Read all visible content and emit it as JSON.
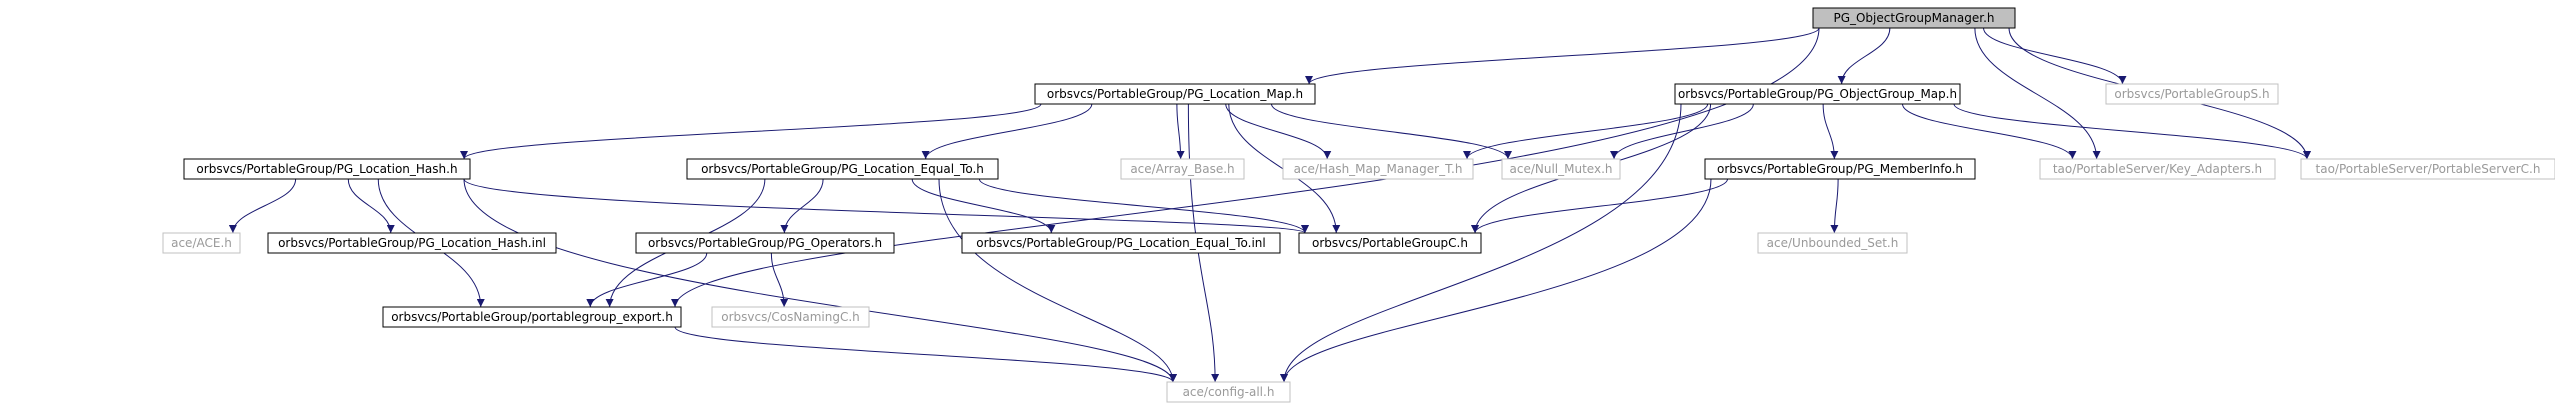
{
  "colors": {
    "edge": "#191970",
    "root_fill": "#bfbfbf",
    "boxed_stroke": "#000000",
    "plain_stroke": "#c0c0c0",
    "text": "#000000",
    "plain_text": "#9a9a9a"
  },
  "nodes": [
    {
      "id": "root",
      "label": "PG_ObjectGroupManager.h",
      "style": "root"
    },
    {
      "id": "locmap",
      "label": "orbsvcs/PortableGroup/PG_Location_Map.h",
      "style": "boxed"
    },
    {
      "id": "ogmap",
      "label": "orbsvcs/PortableGroup/PG_ObjectGroup_Map.h",
      "style": "boxed"
    },
    {
      "id": "pgs",
      "label": "orbsvcs/PortableGroupS.h",
      "style": "plain"
    },
    {
      "id": "lochash",
      "label": "orbsvcs/PortableGroup/PG_Location_Hash.h",
      "style": "boxed"
    },
    {
      "id": "loceq",
      "label": "orbsvcs/PortableGroup/PG_Location_Equal_To.h",
      "style": "boxed"
    },
    {
      "id": "arrbase",
      "label": "ace/Array_Base.h",
      "style": "plain"
    },
    {
      "id": "hashmap",
      "label": "ace/Hash_Map_Manager_T.h",
      "style": "plain"
    },
    {
      "id": "nullmtx",
      "label": "ace/Null_Mutex.h",
      "style": "plain"
    },
    {
      "id": "meminfo",
      "label": "orbsvcs/PortableGroup/PG_MemberInfo.h",
      "style": "boxed"
    },
    {
      "id": "keyadap",
      "label": "tao/PortableServer/Key_Adapters.h",
      "style": "plain"
    },
    {
      "id": "psc",
      "label": "tao/PortableServer/PortableServerC.h",
      "style": "plain"
    },
    {
      "id": "acefile",
      "label": "ace/ACE.h",
      "style": "plain"
    },
    {
      "id": "lochinl",
      "label": "orbsvcs/PortableGroup/PG_Location_Hash.inl",
      "style": "boxed"
    },
    {
      "id": "ops",
      "label": "orbsvcs/PortableGroup/PG_Operators.h",
      "style": "boxed"
    },
    {
      "id": "loceqinl",
      "label": "orbsvcs/PortableGroup/PG_Location_Equal_To.inl",
      "style": "boxed"
    },
    {
      "id": "pgc",
      "label": "orbsvcs/PortableGroupC.h",
      "style": "boxed"
    },
    {
      "id": "unbset",
      "label": "ace/Unbounded_Set.h",
      "style": "plain"
    },
    {
      "id": "export",
      "label": "orbsvcs/PortableGroup/portablegroup_export.h",
      "style": "boxed"
    },
    {
      "id": "cosnam",
      "label": "orbsvcs/CosNamingC.h",
      "style": "plain"
    },
    {
      "id": "config",
      "label": "ace/config-all.h",
      "style": "plain"
    }
  ],
  "edges": [
    [
      "root",
      "locmap"
    ],
    [
      "root",
      "ogmap"
    ],
    [
      "root",
      "pgs"
    ],
    [
      "root",
      "keyadap"
    ],
    [
      "root",
      "psc"
    ],
    [
      "root",
      "export"
    ],
    [
      "locmap",
      "lochash"
    ],
    [
      "locmap",
      "loceq"
    ],
    [
      "locmap",
      "arrbase"
    ],
    [
      "locmap",
      "hashmap"
    ],
    [
      "locmap",
      "nullmtx"
    ],
    [
      "locmap",
      "pgc"
    ],
    [
      "locmap",
      "config"
    ],
    [
      "ogmap",
      "hashmap"
    ],
    [
      "ogmap",
      "nullmtx"
    ],
    [
      "ogmap",
      "meminfo"
    ],
    [
      "ogmap",
      "keyadap"
    ],
    [
      "ogmap",
      "psc"
    ],
    [
      "ogmap",
      "pgc"
    ],
    [
      "ogmap",
      "config"
    ],
    [
      "lochash",
      "acefile"
    ],
    [
      "lochash",
      "lochinl"
    ],
    [
      "lochash",
      "pgc"
    ],
    [
      "lochash",
      "export"
    ],
    [
      "lochash",
      "config"
    ],
    [
      "loceq",
      "ops"
    ],
    [
      "loceq",
      "loceqinl"
    ],
    [
      "loceq",
      "pgc"
    ],
    [
      "loceq",
      "export"
    ],
    [
      "loceq",
      "config"
    ],
    [
      "meminfo",
      "pgc"
    ],
    [
      "meminfo",
      "unbset"
    ],
    [
      "meminfo",
      "config"
    ],
    [
      "ops",
      "export"
    ],
    [
      "ops",
      "cosnam"
    ],
    [
      "export",
      "config"
    ]
  ]
}
